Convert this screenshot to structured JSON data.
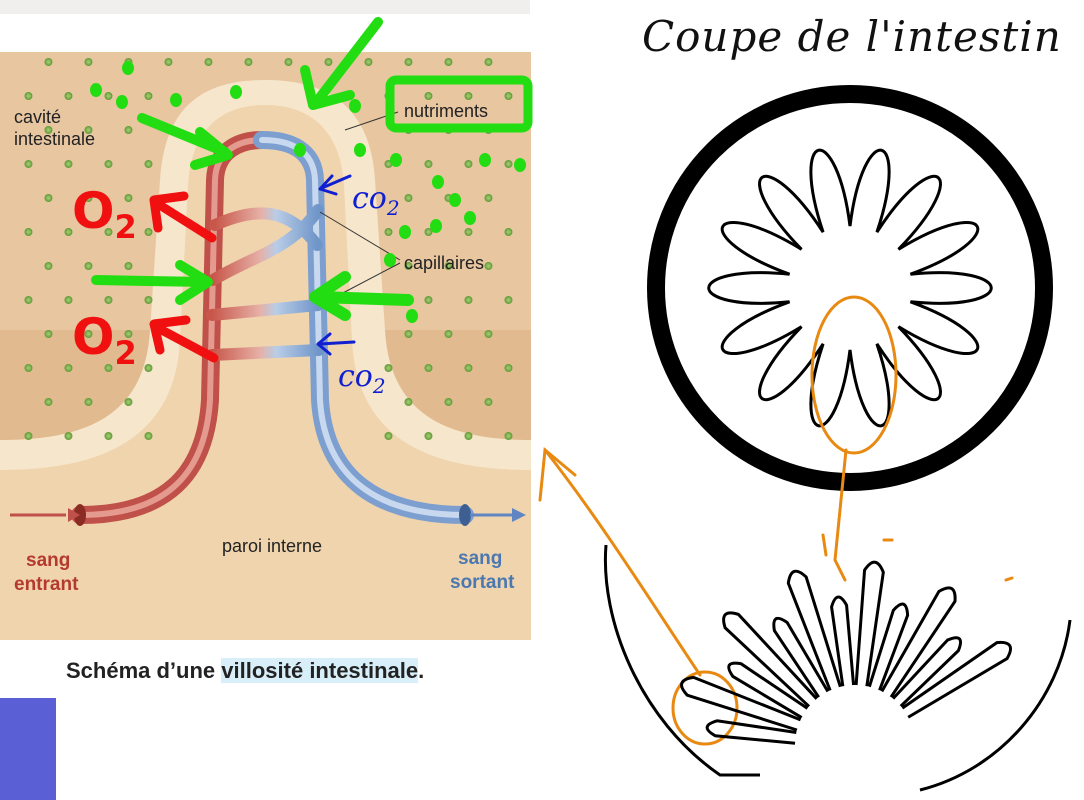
{
  "diagram": {
    "labels": {
      "cavity_line1": "cavité",
      "cavity_line2": "intestinale",
      "nutrients": "nutriments",
      "capillaries": "capillaires",
      "inner_wall": "paroi interne",
      "blood_in_line1": "sang",
      "blood_in_line2": "entrant",
      "blood_out_line1": "sang",
      "blood_out_line2": "sortant"
    },
    "caption_part1": "Schéma d’une ",
    "caption_highlight": "villosité intestinale",
    "caption_end": ".",
    "handwritten": {
      "o2_main": "O",
      "o2_sub": "2",
      "co2_main": "co",
      "co2_sub": "2",
      "title": "Coupe de l'intestin"
    }
  },
  "colors": {
    "arterial": "#c8564a",
    "venous": "#7a9fd0",
    "tissue": "#e9c9a2",
    "nutrient_dot": "#7ab14a",
    "annotation_green": "#22dd11",
    "annotation_red": "#f01010",
    "annotation_blue": "#1020d0",
    "annotation_orange": "#e88a12",
    "corner_block": "#5a5fd6"
  }
}
